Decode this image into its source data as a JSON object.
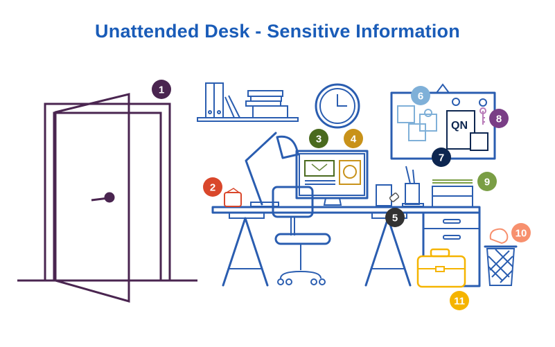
{
  "title": "Unattended Desk - Sensitive Information",
  "badges": [
    {
      "label": "1",
      "color": "#4a2550"
    },
    {
      "label": "2",
      "color": "#d9472b"
    },
    {
      "label": "3",
      "color": "#4a6a1e"
    },
    {
      "label": "4",
      "color": "#c8921a"
    },
    {
      "label": "5",
      "color": "#333333"
    },
    {
      "label": "6",
      "color": "#7fb0d8"
    },
    {
      "label": "7",
      "color": "#0d2650"
    },
    {
      "label": "8",
      "color": "#7a3e86"
    },
    {
      "label": "9",
      "color": "#7a9e45"
    },
    {
      "label": "10",
      "color": "#f7906e"
    },
    {
      "label": "11",
      "color": "#f5b400"
    }
  ]
}
